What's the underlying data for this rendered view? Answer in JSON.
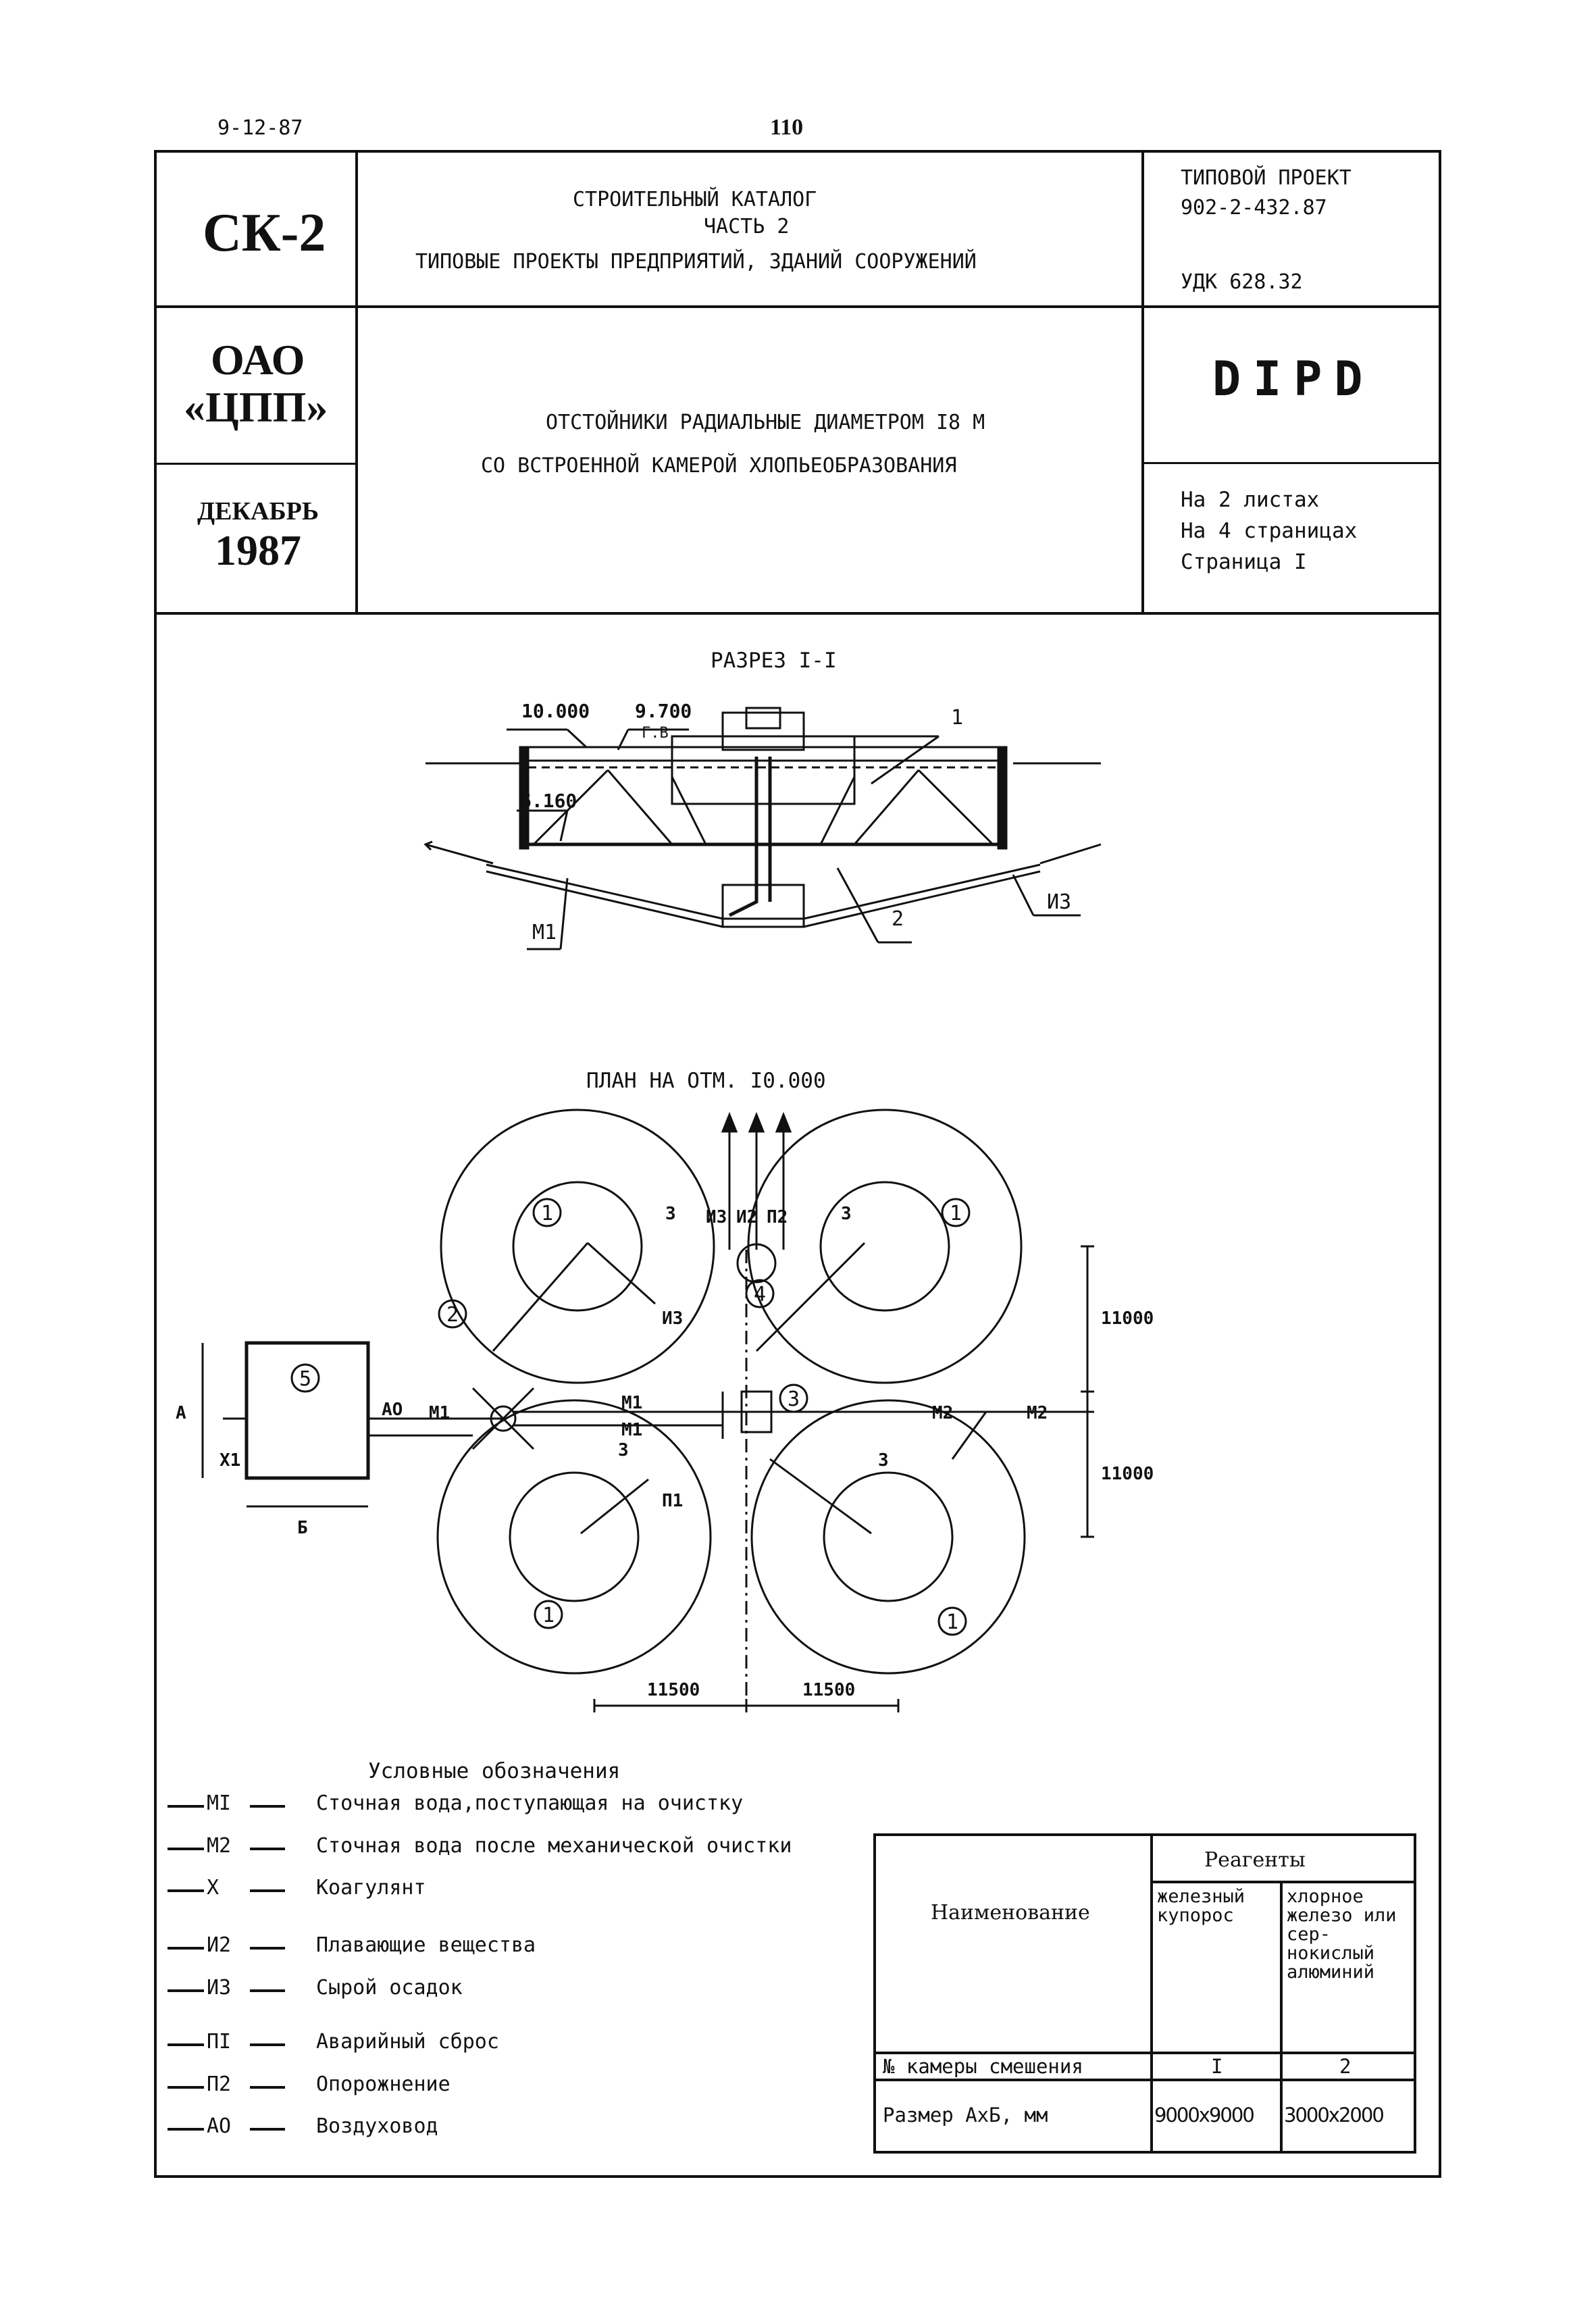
{
  "header": {
    "doc_date": "9-12-87",
    "page_number": "110"
  },
  "title_block": {
    "catalog_code": "СК-2",
    "catalog_title_l1": "СТРОИТЕЛЬНЫЙ КАТАЛОГ",
    "catalog_title_l2": "ЧАСТЬ 2",
    "catalog_title_l3": "ТИПОВЫЕ ПРОЕКТЫ ПРЕДПРИЯТИЙ, ЗДАНИЙ СООРУЖЕНИЙ",
    "project_label": "ТИПОВОЙ ПРОЕКТ",
    "project_number": "902-2-432.87",
    "udk": "УДК 628.32",
    "org_l1": "ОАО",
    "org_l2": "«ЦПП»",
    "month": "ДЕКАБРЬ",
    "year": "1987",
    "doc_title_l1": "ОТСТОЙНИКИ РАДИАЛЬНЫЕ ДИАМЕТРОМ I8 М",
    "doc_title_l2": "СО ВСТРОЕННОЙ КАМЕРОЙ ХЛОПЬЕОБРАЗОВАНИЯ",
    "code": "DIPD",
    "sheets": "На 2 листах",
    "pages": "На 4 страницах",
    "page": "Страница I"
  },
  "section": {
    "title": "РАЗРЕЗ I-I",
    "mark_top": "10.000",
    "mark_water": "9.700",
    "water_label": "Г.В",
    "mark_bottom": "6.160",
    "callout_1": "1",
    "callout_2": "2",
    "pipe_m1": "М1",
    "pipe_i3": "И3"
  },
  "plan": {
    "title": "ПЛАН НА ОТМ. I0.000",
    "dim_11000_top": "11000",
    "dim_11000_bottom": "11000",
    "dim_11500_left": "11500",
    "dim_11500_right": "11500",
    "dim_a": "А",
    "dim_b": "Б",
    "circle_1": "1",
    "circle_2": "2",
    "circle_3": "3",
    "circle_4": "4",
    "circle_5": "5",
    "label_3": "3",
    "m1": "М1",
    "m2": "М2",
    "i2": "И2",
    "i3": "И3",
    "p1": "П1",
    "p2": "П2",
    "ao": "АО",
    "x1": "Х1"
  },
  "legend": {
    "title": "Условные обозначения",
    "items": [
      {
        "code": "MI",
        "text": "Сточная вода,поступающая на очистку"
      },
      {
        "code": "M2",
        "text": "Сточная вода после механической очистки"
      },
      {
        "code": "X",
        "text": "Коагулянт"
      },
      {
        "code": "И2",
        "text": "Плавающие вещества"
      },
      {
        "code": "ИЗ",
        "text": "Сырой осадок"
      },
      {
        "code": "ПI",
        "text": "Аварийный сброс"
      },
      {
        "code": "П2",
        "text": "Опорожнение"
      },
      {
        "code": "АО",
        "text": "Воздуховод"
      }
    ]
  },
  "table": {
    "col_name": "Наименование",
    "col_group": "Реагенты",
    "col_a": "железный купорос",
    "col_b": "хлорное железо или сер-нокислый алюминий",
    "row1_label": "№ камеры смешения",
    "row1_a": "I",
    "row1_b": "2",
    "row2_label": "Размер АхБ, мм",
    "row2_a": "9000x9000",
    "row2_b": "3000x2000"
  }
}
